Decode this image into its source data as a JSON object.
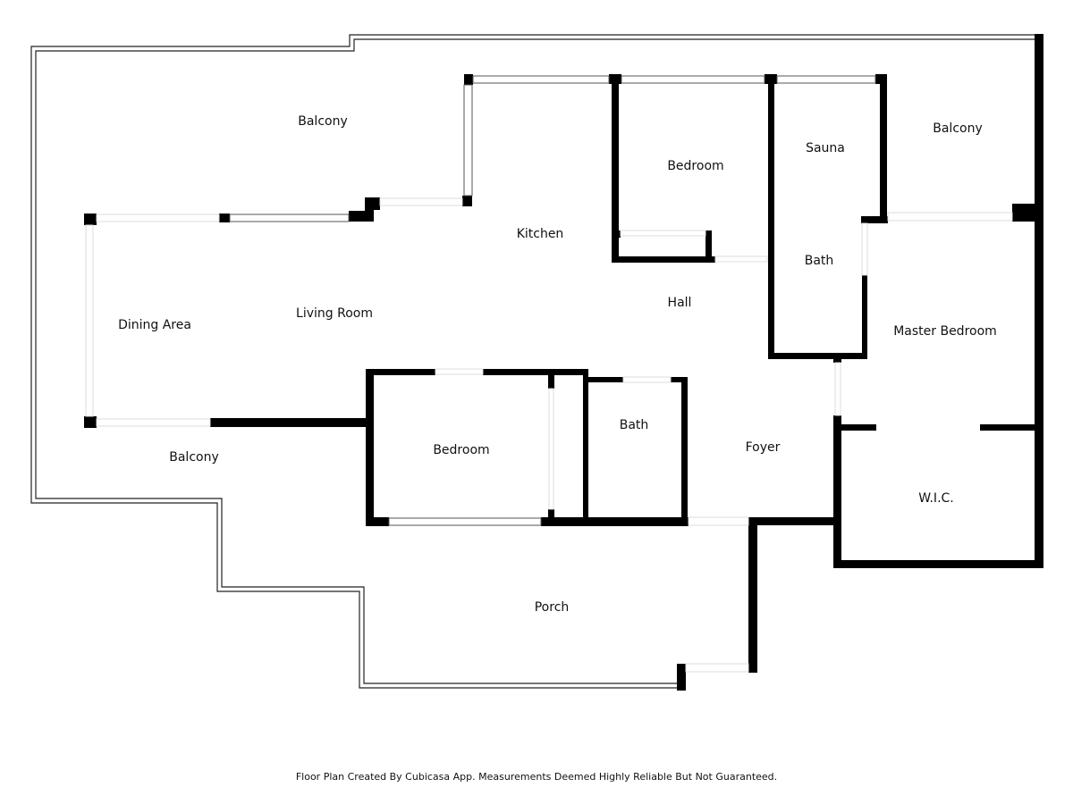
{
  "rooms": {
    "balcony_top_left": "Balcony",
    "balcony_top_right": "Balcony",
    "bedroom_top": "Bedroom",
    "sauna": "Sauna",
    "kitchen": "Kitchen",
    "bath_right": "Bath",
    "hall": "Hall",
    "dining": "Dining Area",
    "living": "Living Room",
    "master": "Master Bedroom",
    "bath_lower": "Bath",
    "bedroom_lower": "Bedroom",
    "foyer": "Foyer",
    "balcony_lower": "Balcony",
    "wic": "W.I.C.",
    "porch": "Porch"
  },
  "footer": "Floor Plan Created By Cubicasa App. Measurements Deemed Highly Reliable But Not Guaranteed.",
  "colors": {
    "wall": "#000000",
    "background": "#ffffff"
  }
}
